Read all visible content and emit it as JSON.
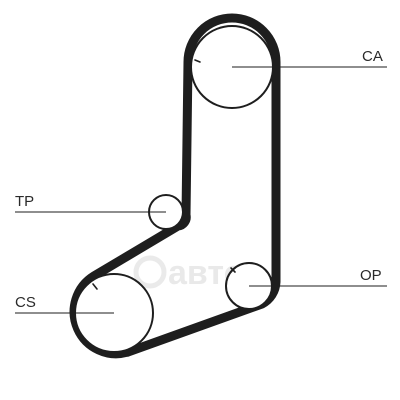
{
  "diagram": {
    "labels": {
      "camshaft": "CA",
      "tensioner": "TP",
      "crankshaft": "CS",
      "oil_pump": "OP"
    },
    "watermark": "aвто",
    "line_color": "#1e1e1e"
  }
}
